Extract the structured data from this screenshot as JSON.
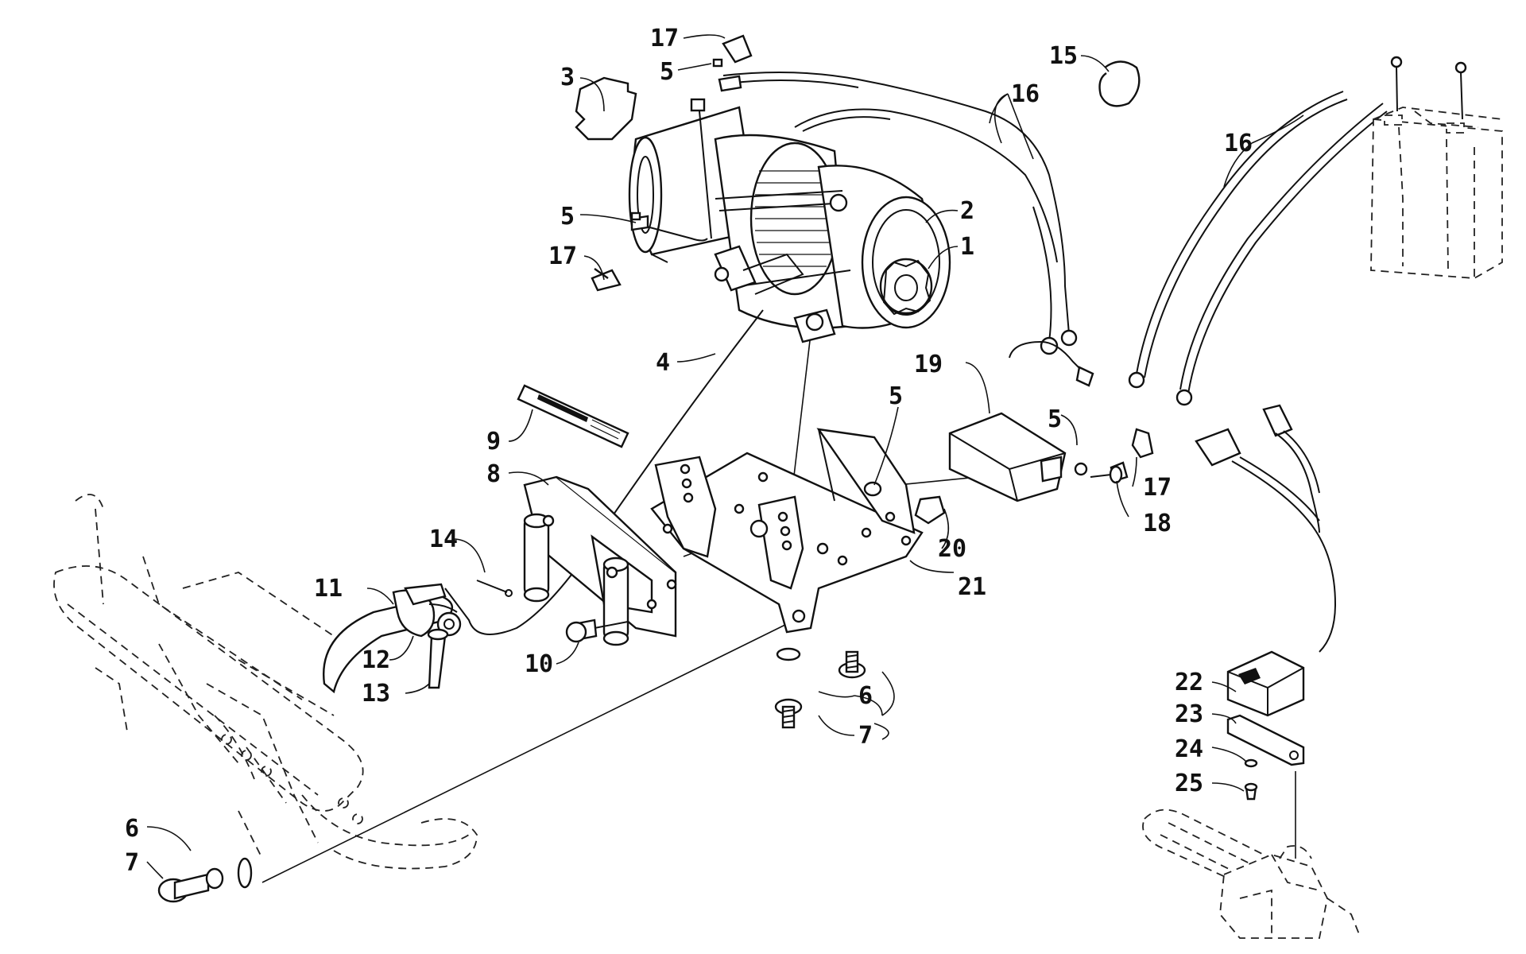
{
  "diagram": {
    "callouts": [
      {
        "id": "c1",
        "label": "1"
      },
      {
        "id": "c2",
        "label": "2"
      },
      {
        "id": "c3",
        "label": "3"
      },
      {
        "id": "c4",
        "label": "4"
      },
      {
        "id": "c5a",
        "label": "5"
      },
      {
        "id": "c5b",
        "label": "5"
      },
      {
        "id": "c5c",
        "label": "5"
      },
      {
        "id": "c5d",
        "label": "5"
      },
      {
        "id": "c6a",
        "label": "6"
      },
      {
        "id": "c6b",
        "label": "6"
      },
      {
        "id": "c7a",
        "label": "7"
      },
      {
        "id": "c7b",
        "label": "7"
      },
      {
        "id": "c8",
        "label": "8"
      },
      {
        "id": "c9",
        "label": "9"
      },
      {
        "id": "c10",
        "label": "10"
      },
      {
        "id": "c11",
        "label": "11"
      },
      {
        "id": "c12",
        "label": "12"
      },
      {
        "id": "c13",
        "label": "13"
      },
      {
        "id": "c14",
        "label": "14"
      },
      {
        "id": "c15",
        "label": "15"
      },
      {
        "id": "c16a",
        "label": "16"
      },
      {
        "id": "c16b",
        "label": "16"
      },
      {
        "id": "c17a",
        "label": "17"
      },
      {
        "id": "c17b",
        "label": "17"
      },
      {
        "id": "c17c",
        "label": "17"
      },
      {
        "id": "c18",
        "label": "18"
      },
      {
        "id": "c19",
        "label": "19"
      },
      {
        "id": "c20",
        "label": "20"
      },
      {
        "id": "c21",
        "label": "21"
      },
      {
        "id": "c22",
        "label": "22"
      },
      {
        "id": "c23",
        "label": "23"
      },
      {
        "id": "c24",
        "label": "24"
      },
      {
        "id": "c25",
        "label": "25"
      }
    ]
  }
}
